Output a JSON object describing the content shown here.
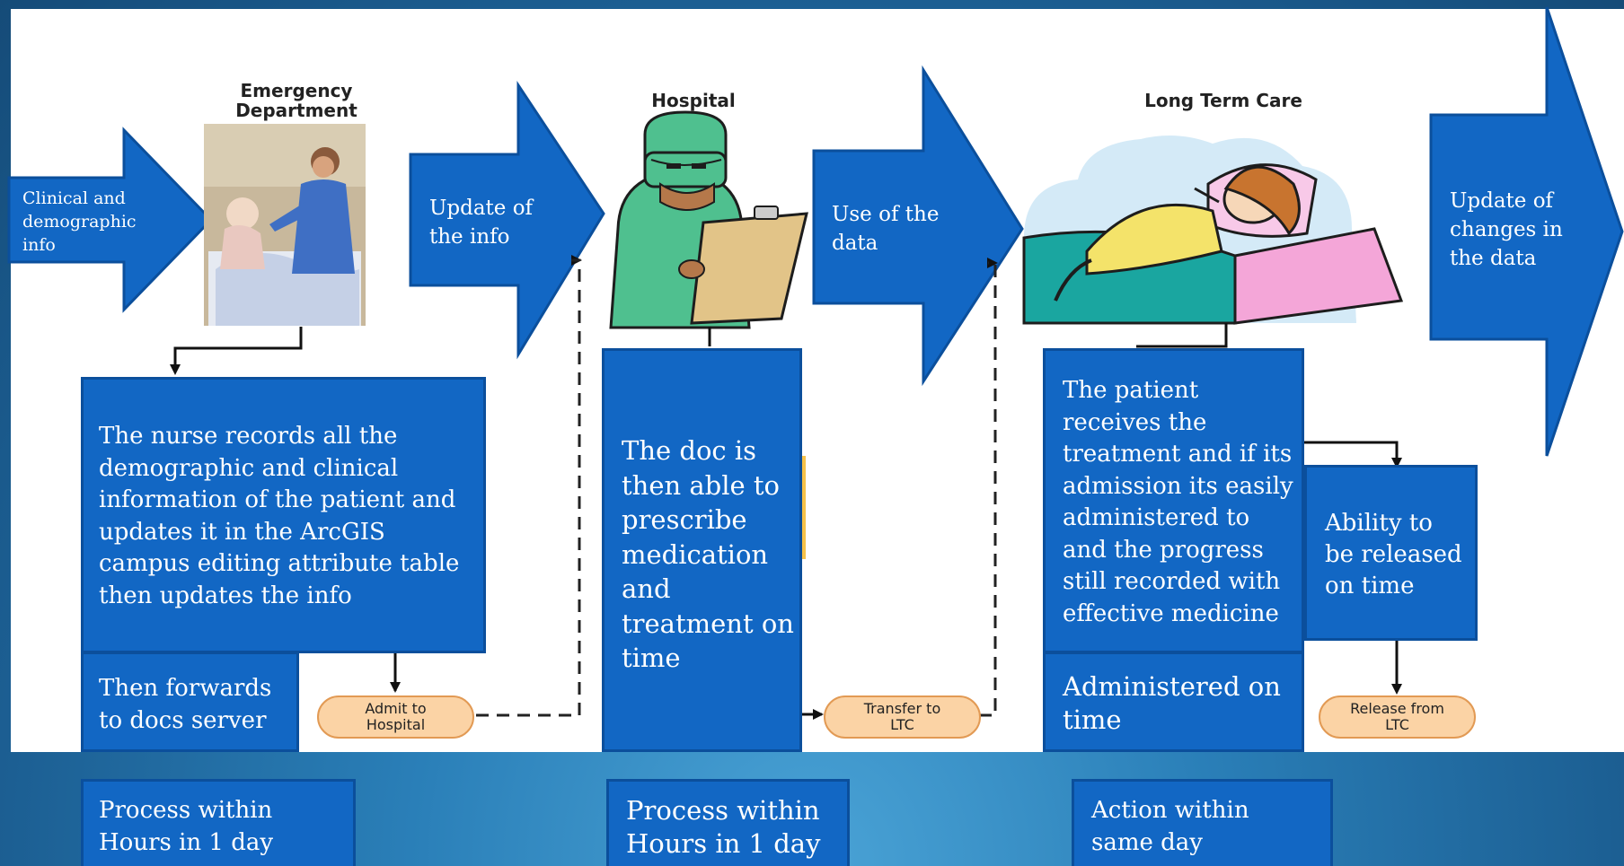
{
  "stages": {
    "emergency": "Emergency\nDepartment",
    "hospital": "Hospital",
    "ltc": "Long Term Care"
  },
  "arrows": {
    "a1": "Clinical and\ndemographic\ninfo",
    "a2": "Update of\nthe info",
    "a3": "Use of the\ndata",
    "a4": "Update of\nchanges in\nthe data"
  },
  "boxes": {
    "nurse": "The nurse records all the\ndemographic and clinical\ninformation of the patient and\nupdates it in the ArcGIS\ncampus editing attribute table\nthen updates the info",
    "forward": "Then forwards\nto docs server",
    "doc": "The doc is\nthen able to\nprescribe\nmedication\nand\ntreatment on\ntime",
    "patient": "The patient\nreceives the\ntreatment and if its\nadmission its easily\nadministered to\nand the progress\nstill recorded with\neffective medicine",
    "administered": " Administered on\ntime",
    "released": "Ability to\nbe released\non time"
  },
  "pills": {
    "admit": "Admit to\nHospital",
    "transfer": "Transfer to\nLTC",
    "release": "Release from\nLTC"
  },
  "footer": {
    "f1": "Process within\nHours in 1 day",
    "f2": "Process within\nHours in 1 day",
    "f3": "Action within\nsame day"
  },
  "colors": {
    "box": "#1267c4",
    "pill": "#fbd3a5",
    "background": "#1c5f93"
  }
}
